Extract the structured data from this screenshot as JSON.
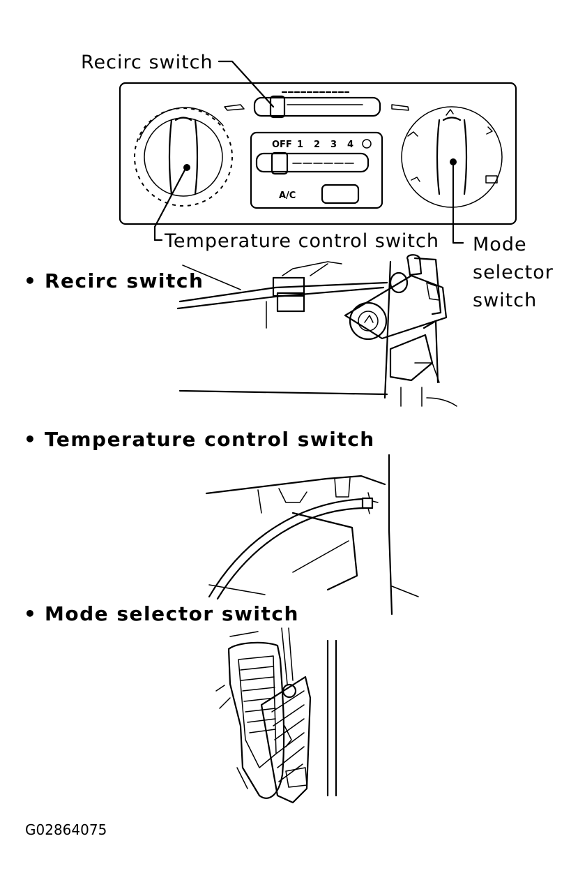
{
  "labels": {
    "recirc_switch": "Recirc switch",
    "temperature_control_switch": "Temperature control switch",
    "mode_line1": "Mode",
    "mode_line2": "selector",
    "mode_line3": "switch"
  },
  "panel": {
    "fan_speeds": [
      "OFF",
      "1",
      "2",
      "3",
      "4"
    ],
    "ac_label": "A/C"
  },
  "sections": [
    {
      "bullet": "•",
      "title": "Recirc switch"
    },
    {
      "bullet": "•",
      "title": "Temperature control switch"
    },
    {
      "bullet": "•",
      "title": "Mode selector switch"
    }
  ],
  "figure_code": "G02864075"
}
